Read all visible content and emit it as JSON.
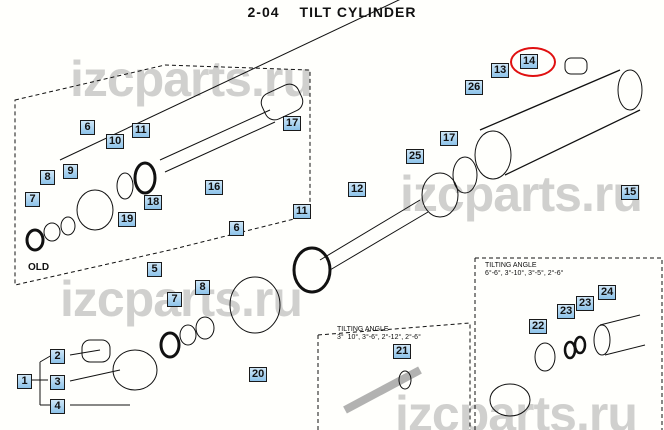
{
  "header": {
    "section": "2-04",
    "title": "TILT CYLINDER"
  },
  "watermark": "izcparts.ru",
  "notes": {
    "old": "OLD",
    "tilt_a_title": "TILTING ANGLE",
    "tilt_a_values": "3°  10°, 3°-6°, 2°-12°, 2°-6°",
    "tilt_b_title": "TILTING ANGLE",
    "tilt_b_values": "6°-6°, 3°-10°, 3°-5°, 2°-6°"
  },
  "callouts": [
    "14",
    "13",
    "26",
    "17",
    "25",
    "15",
    "12",
    "11",
    "10",
    "6",
    "8",
    "9",
    "7",
    "17",
    "16",
    "18",
    "19",
    "6",
    "11",
    "5",
    "7",
    "8",
    "20",
    "21",
    "22",
    "23",
    "23",
    "24",
    "2",
    "1",
    "3",
    "4"
  ],
  "highlight": {
    "part": "14",
    "color": "#e01010"
  }
}
